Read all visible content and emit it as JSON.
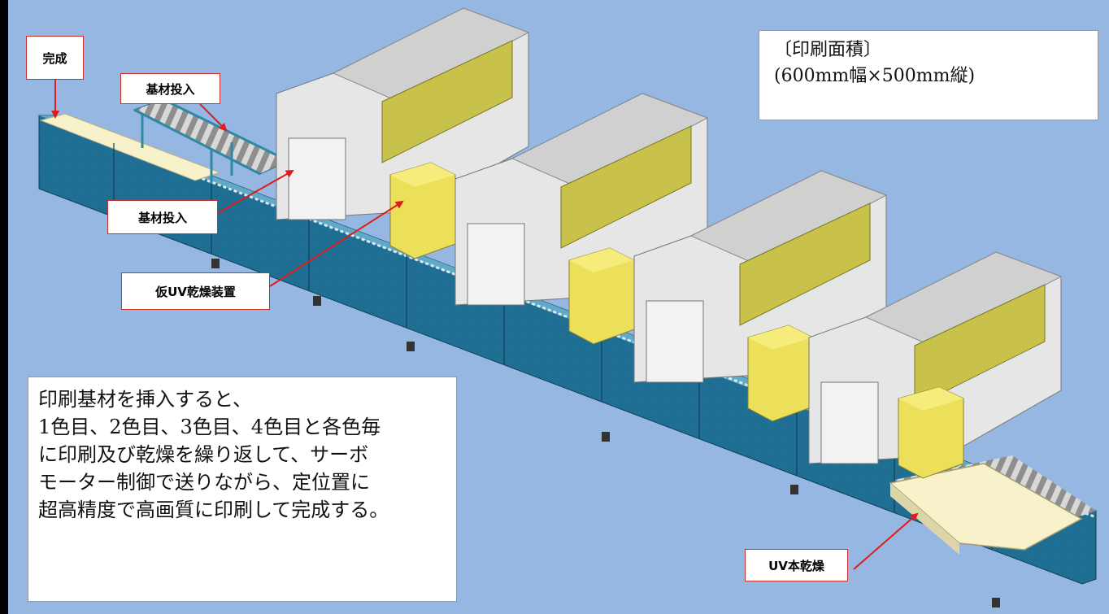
{
  "labels": {
    "complete": "完成",
    "substrate_input_1": "基材投入",
    "substrate_input_2": "基材投入",
    "temp_uv_dryer": "仮UV乾燥装置",
    "uv_main_dry": "UV本乾燥"
  },
  "print_area": {
    "heading": "〔印刷面積〕",
    "size": "(600mm幅×500mm縦)"
  },
  "description": {
    "lines": [
      "印刷基材を挿入すると、",
      "1色目、2色目、3色目、4色目と各色毎",
      "に印刷及び乾燥を繰り返して、サーボ",
      "モーター制御で送りながら、定位置に",
      "超高精度で高画質に印刷して完成する。"
    ]
  },
  "colors": {
    "background": "#96b7e1",
    "label_border": "#c9302c",
    "arrow": "#e01b1b",
    "conveyor_blue": "#1f6f95",
    "machine_gray": "#e6e6e6",
    "panel_olive": "#c8c14a",
    "dryer_yellow": "#ecdf5a",
    "uv_cover": "#f7f2c9"
  }
}
